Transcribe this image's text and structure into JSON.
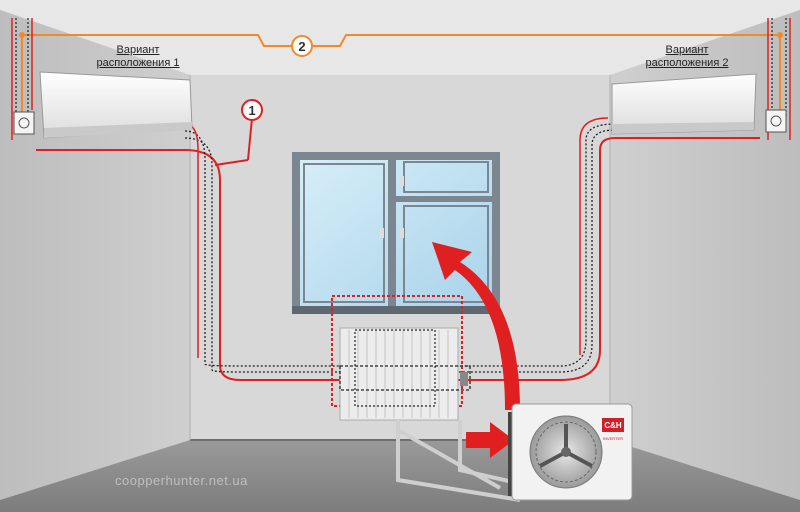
{
  "variant_1": {
    "line1": "Вариант",
    "line2": "расположения 1"
  },
  "variant_2": {
    "line1": "Вариант",
    "line2": "расположения 2"
  },
  "markers": {
    "route_1": "1",
    "route_2": "2"
  },
  "outdoor_unit": {
    "brand": "C&H",
    "model": "INVERTER"
  },
  "watermark": "coopperhunter.net.ua",
  "colors": {
    "route": "#e02020",
    "pipe_dotted": "#222222",
    "wall": "#d6d6d6",
    "floor": "#8c8c8c",
    "ceiling": "#e8e8e8"
  }
}
